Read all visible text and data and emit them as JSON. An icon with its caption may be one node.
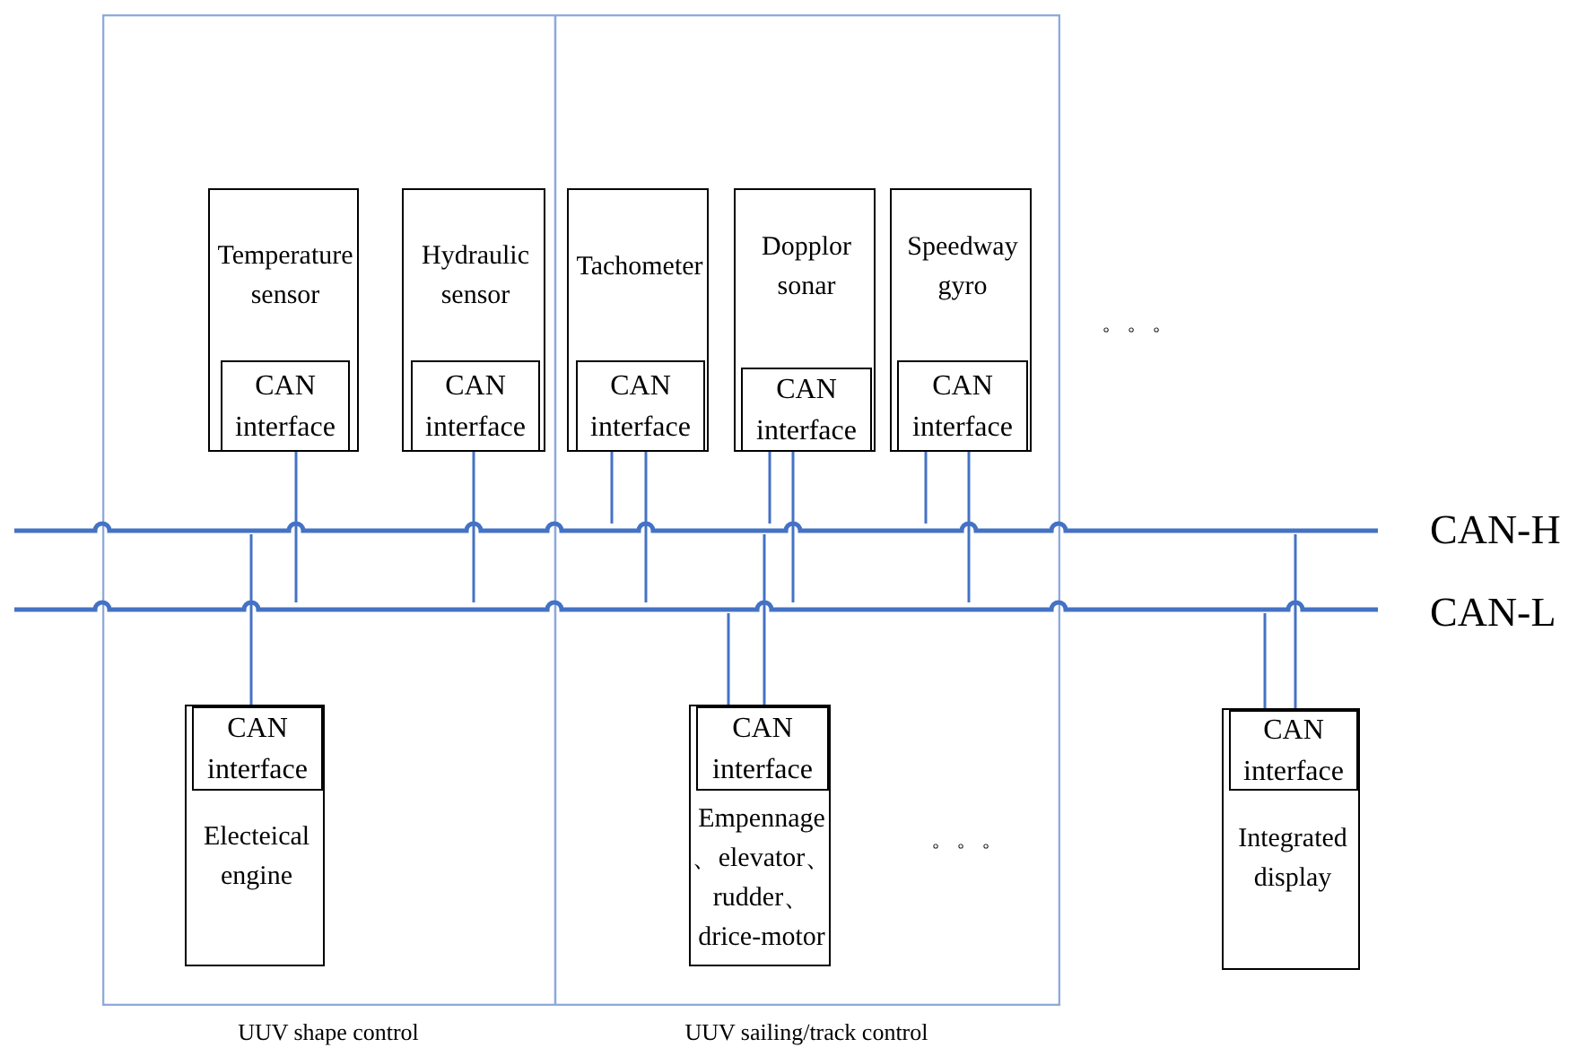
{
  "diagram": {
    "nodes": [
      {
        "text": [
          "UUV shape control"
        ]
      },
      {
        "text": [
          "UUV sailing/track control"
        ]
      },
      {
        "text": [
          "Temperature sensor"
        ],
        "in": 0
      },
      {
        "text": [
          "CAN interface"
        ],
        "in": 2
      },
      {
        "text": [
          "Hydraulic sensor"
        ],
        "in": 0
      },
      {
        "text": [
          "CAN interface"
        ],
        "in": 4
      },
      {
        "text": [
          "Tachometer"
        ],
        "in": 1
      },
      {
        "text": [
          "CAN interface"
        ],
        "in": 6
      },
      {
        "text": [
          "Dopplor sonar"
        ],
        "in": 1
      },
      {
        "text": [
          "CAN interface"
        ],
        "in": 8
      },
      {
        "text": [
          "Speedway gyro"
        ],
        "in": 1
      },
      {
        "text": [
          "CAN interface"
        ],
        "in": 10
      },
      {
        "text": [
          "Electeical engine"
        ],
        "in": 0
      },
      {
        "text": [
          "CAN interface"
        ],
        "in": 12
      },
      {
        "text": [
          "Empennage 、elevator、 rudder、 drice-motor"
        ],
        "in": 1
      },
      {
        "text": [
          "CAN interface"
        ],
        "in": 14
      },
      {
        "text": [
          "Integrated display"
        ]
      },
      {
        "text": [
          "CAN interface"
        ],
        "in": 16
      },
      {
        "text": [],
        "shape": "bar"
      },
      {
        "text": [],
        "shape": "bar"
      }
    ],
    "edges": [
      {
        "from": 3,
        "to": 19,
        "arrow": "none"
      },
      {
        "from": 5,
        "to": 19,
        "arrow": "none"
      },
      {
        "from": 7,
        "to": 18,
        "arrow": "none"
      },
      {
        "from": 7,
        "to": 19,
        "arrow": "none"
      },
      {
        "from": 9,
        "to": 18,
        "arrow": "none"
      },
      {
        "from": 9,
        "to": 19,
        "arrow": "none"
      },
      {
        "from": 11,
        "to": 18,
        "arrow": "none"
      },
      {
        "from": 11,
        "to": 19,
        "arrow": "none"
      },
      {
        "from": 13,
        "to": 18,
        "arrow": "none"
      },
      {
        "from": 15,
        "to": 19,
        "arrow": "none"
      },
      {
        "from": 15,
        "to": 18,
        "arrow": "none"
      },
      {
        "from": 17,
        "to": 19,
        "arrow": "none"
      },
      {
        "from": 17,
        "to": 18,
        "arrow": "none"
      }
    ],
    "labels": [
      "。。。",
      "CAN-H",
      "CAN-L",
      "。。。"
    ]
  }
}
